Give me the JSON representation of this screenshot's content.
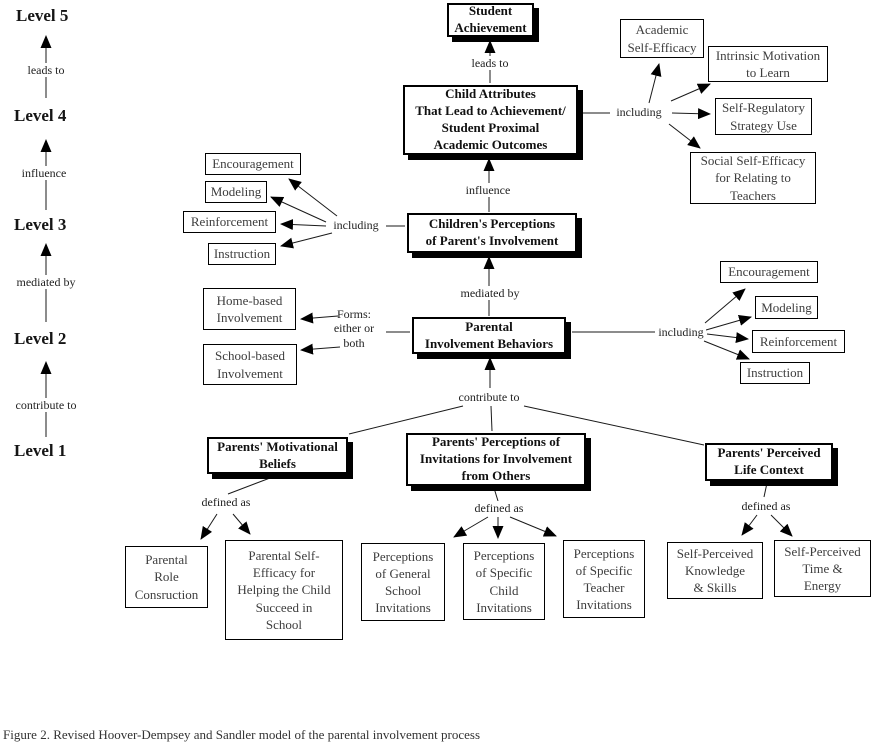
{
  "caption": "Figure 2. Revised Hoover-Dempsey and Sandler model of the parental involvement process",
  "level_axis": {
    "levels": [
      {
        "label": "Level 5"
      },
      {
        "label": "Level 4"
      },
      {
        "label": "Level 3"
      },
      {
        "label": "Level 2"
      },
      {
        "label": "Level 1"
      }
    ],
    "connectors": [
      {
        "label": "leads to"
      },
      {
        "label": "influence"
      },
      {
        "label": "mediated by"
      },
      {
        "label": "contribute to"
      }
    ]
  },
  "edge_labels": {
    "leads_to": "leads to",
    "influence": "influence",
    "mediated_by": "mediated by",
    "contribute_to": "contribute to",
    "including_outcomes": "including",
    "including_perceptions": "including",
    "including_behaviors": "including",
    "forms": "Forms:\neither or\nboth",
    "defined_as_beliefs": "defined as",
    "defined_as_invitations": "defined as",
    "defined_as_context": "defined as"
  },
  "nodes": {
    "student_achievement": {
      "label": "Student\nAchievement"
    },
    "child_attributes": {
      "label": "Child Attributes\nThat Lead to Achievement/\nStudent Proximal\nAcademic Outcomes"
    },
    "childrens_perceptions": {
      "label": "Children's Perceptions\nof Parent's Involvement"
    },
    "parental_behaviors": {
      "label": "Parental\nInvolvement Behaviors"
    },
    "parents_motivational": {
      "label": "Parents' Motivational\nBeliefs"
    },
    "parents_invitations": {
      "label": "Parents' Perceptions of\nInvitations for Involvement\nfrom Others"
    },
    "parents_life_context": {
      "label": "Parents' Perceived\nLife Context"
    },
    "academic_self_efficacy": {
      "label": "Academic\nSelf-Efficacy"
    },
    "intrinsic_motivation": {
      "label": "Intrinsic Motivation\nto Learn"
    },
    "self_regulatory": {
      "label": "Self-Regulatory\nStrategy Use"
    },
    "social_self_efficacy": {
      "label": "Social Self-Efficacy\nfor Relating to\nTeachers"
    },
    "encouragement_child": {
      "label": "Encouragement"
    },
    "modeling_child": {
      "label": "Modeling"
    },
    "reinforcement_child": {
      "label": "Reinforcement"
    },
    "instruction_child": {
      "label": "Instruction"
    },
    "home_based": {
      "label": "Home-based\nInvolvement"
    },
    "school_based": {
      "label": "School-based\nInvolvement"
    },
    "encouragement_parent": {
      "label": "Encouragement"
    },
    "modeling_parent": {
      "label": "Modeling"
    },
    "reinforcement_parent": {
      "label": "Reinforcement"
    },
    "instruction_parent": {
      "label": "Instruction"
    },
    "parental_role": {
      "label": "Parental\nRole\nConsruction"
    },
    "parental_self_efficacy": {
      "label": "Parental Self-\nEfficacy for\nHelping the Child\nSucceed in\nSchool"
    },
    "perceptions_general": {
      "label": "Perceptions\nof General\nSchool\nInvitations"
    },
    "perceptions_child": {
      "label": "Perceptions\nof Specific\nChild\nInvitations"
    },
    "perceptions_teacher": {
      "label": "Perceptions\nof Specific\nTeacher\nInvitations"
    },
    "self_knowledge": {
      "label": "Self-Perceived\nKnowledge\n& Skills"
    },
    "self_time": {
      "label": "Self-Perceived\nTime &\nEnergy"
    }
  },
  "colors": {
    "line": "#1a1a1a",
    "box_border": "#000000",
    "box_text": "#3d3d3d",
    "major_text": "#111111",
    "background": "#ffffff"
  }
}
